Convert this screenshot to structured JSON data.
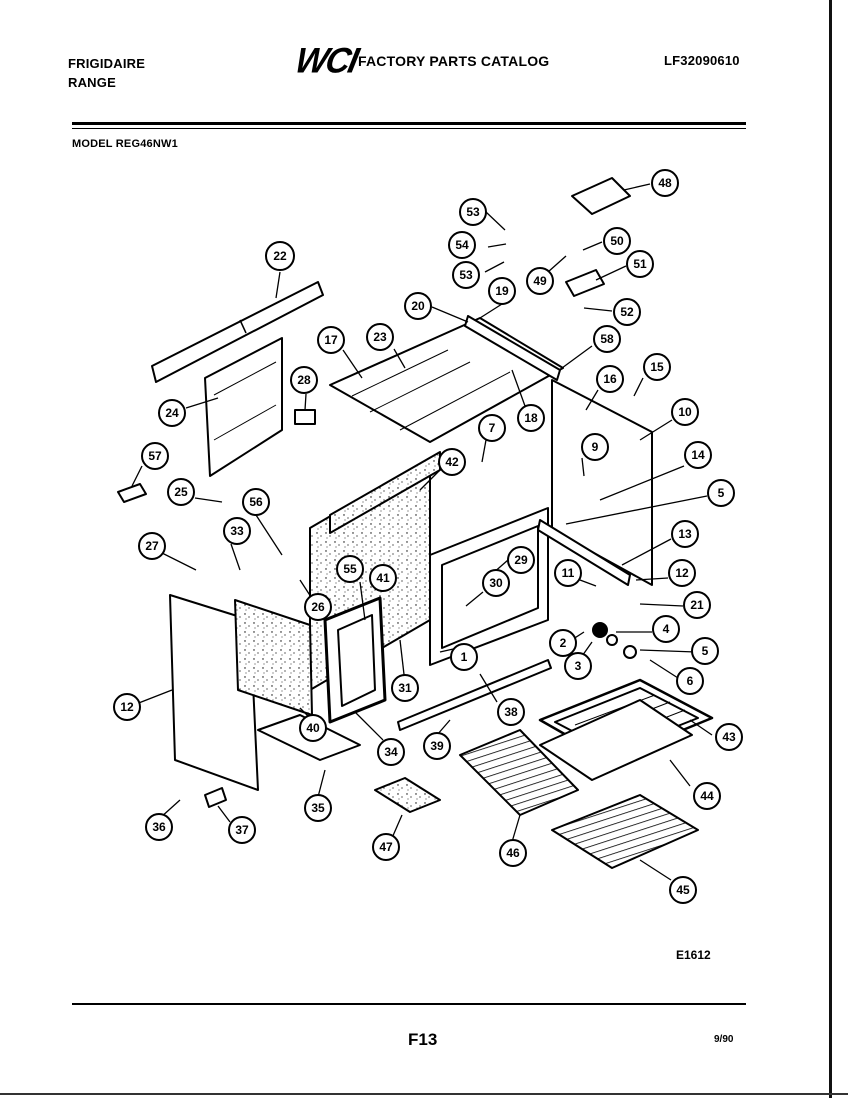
{
  "header": {
    "brand": "FRIGIDAIRE",
    "category": "RANGE",
    "logo": "WCI",
    "catalog_title": "FACTORY PARTS CATALOG",
    "catalog_number": "LF32090610",
    "model_line": "MODEL REG46NW1"
  },
  "diagram": {
    "callouts": [
      {
        "label": "22"
      },
      {
        "label": "53"
      },
      {
        "label": "54"
      },
      {
        "label": "53"
      },
      {
        "label": "49"
      },
      {
        "label": "50"
      },
      {
        "label": "51"
      },
      {
        "label": "52"
      },
      {
        "label": "48"
      },
      {
        "label": "20"
      },
      {
        "label": "19"
      },
      {
        "label": "17"
      },
      {
        "label": "23"
      },
      {
        "label": "58"
      },
      {
        "label": "16"
      },
      {
        "label": "15"
      },
      {
        "label": "28"
      },
      {
        "label": "24"
      },
      {
        "label": "18"
      },
      {
        "label": "7"
      },
      {
        "label": "10"
      },
      {
        "label": "9"
      },
      {
        "label": "14"
      },
      {
        "label": "57"
      },
      {
        "label": "42"
      },
      {
        "label": "25"
      },
      {
        "label": "56"
      },
      {
        "label": "5"
      },
      {
        "label": "33"
      },
      {
        "label": "27"
      },
      {
        "label": "13"
      },
      {
        "label": "29"
      },
      {
        "label": "55"
      },
      {
        "label": "41"
      },
      {
        "label": "30"
      },
      {
        "label": "11"
      },
      {
        "label": "12"
      },
      {
        "label": "26"
      },
      {
        "label": "21"
      },
      {
        "label": "4"
      },
      {
        "label": "2"
      },
      {
        "label": "5"
      },
      {
        "label": "3"
      },
      {
        "label": "6"
      },
      {
        "label": "1"
      },
      {
        "label": "31"
      },
      {
        "label": "12"
      },
      {
        "label": "40"
      },
      {
        "label": "38"
      },
      {
        "label": "43"
      },
      {
        "label": "34"
      },
      {
        "label": "39"
      },
      {
        "label": "44"
      },
      {
        "label": "35"
      },
      {
        "label": "36"
      },
      {
        "label": "37"
      },
      {
        "label": "47"
      },
      {
        "label": "46"
      },
      {
        "label": "45"
      }
    ]
  },
  "footer": {
    "drawing_id": "E1612",
    "page_number": "F13",
    "date_code": "9/90"
  }
}
